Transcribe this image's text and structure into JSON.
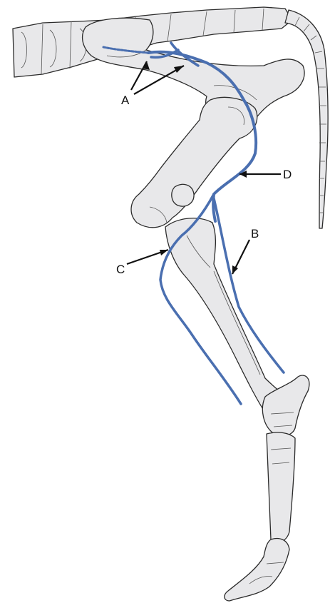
{
  "labels": {
    "a": "A",
    "b": "B",
    "c": "C",
    "d": "D"
  },
  "colors": {
    "nerve": "#4a6fb0",
    "bone_fill": "#e8e8ea",
    "outline": "#2b2b2b",
    "arrow": "#111111"
  }
}
